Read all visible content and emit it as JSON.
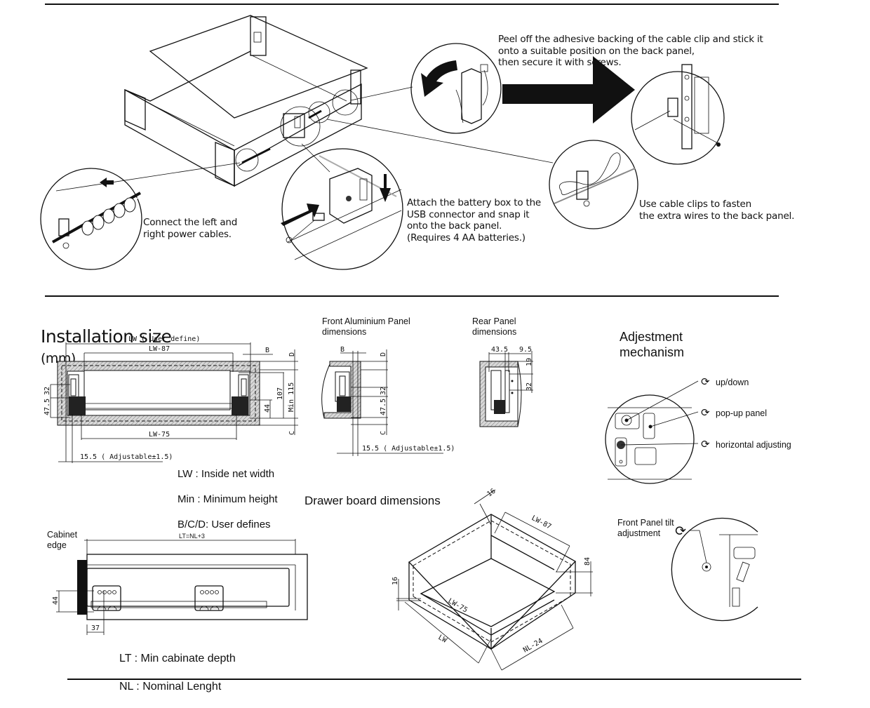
{
  "top_section": {
    "steps": [
      {
        "id": "power",
        "text": "Connect the left and\nright power cables."
      },
      {
        "id": "battery",
        "text": "Attach the battery box to the\nUSB connector and snap it\nonto the back panel.\n(Requires 4 AA batteries.)"
      },
      {
        "id": "peel",
        "text": "Peel off the adhesive backing of the cable clip and stick it\nonto a suitable position on the back panel,\nthen secure it with screws."
      },
      {
        "id": "clips",
        "text": "Use cable clips to fasten\nthe extra wires to the back panel."
      }
    ]
  },
  "installation": {
    "title": "Installation size",
    "unit": "(mm)",
    "front_view": {
      "lw_user": "LW ( User define)",
      "lw_87": "LW-87",
      "lw_75": "LW-75",
      "b": "B",
      "d": "D",
      "c": "C",
      "h32": "32",
      "h47": "47.5",
      "h44": "44",
      "h107": "107",
      "min115": "Min 115",
      "adjust": "15.5 ( Adjustable±1.5)"
    },
    "legend": [
      "LW : Inside net width",
      "Min : Minimum height",
      "B/C/D: User defines"
    ],
    "front_panel": {
      "title": "Front Aluminium Panel\ndimensions",
      "b": "B",
      "d": "D",
      "c": "C",
      "h32": "32",
      "h47": "47.5",
      "adjust": "15.5 ( Adjustable±1.5)"
    },
    "rear_panel": {
      "title": "Rear Panel\ndimensions",
      "w43": "43.5",
      "w9": "9.5",
      "h19": "19",
      "h32": "32"
    },
    "adjustment": {
      "title": "Adjestment\nmechanism",
      "items": [
        "up/down",
        "pop-up panel",
        "horizontal adjusting"
      ],
      "icon": "rotate-arrows-icon"
    },
    "board": {
      "title": "Drawer board dimensions",
      "labels": {
        "t16a": "16",
        "lw87": "LW-87",
        "h84": "84",
        "t16b": "16",
        "lw75": "LW-75",
        "lw": "LW",
        "nl24": "NL-24"
      }
    },
    "side_view": {
      "cabinet_edge": "Cabinet\nedge",
      "lt": "LT=NL+3",
      "h44": "44",
      "w37": "37",
      "legend": [
        "LT : Min cabinate depth",
        "NL : Nominal Lenght"
      ]
    },
    "tilt": {
      "label": "Front Panel tilt\nadjustment"
    }
  }
}
